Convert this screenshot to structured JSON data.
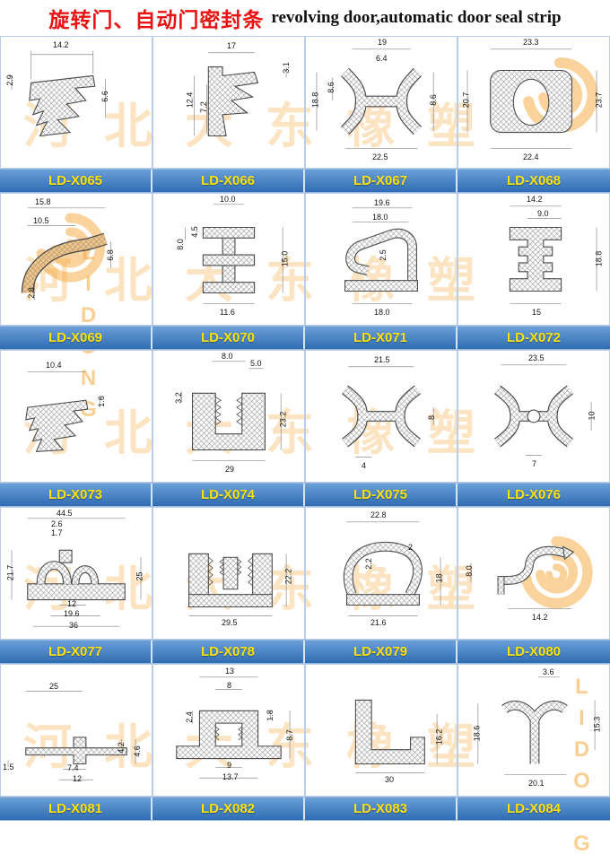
{
  "header": {
    "title_cn": "旋转门、自动门密封条",
    "title_en": "revolving door,automatic door seal strip"
  },
  "watermark": {
    "company": "河北大东橡塑",
    "brand": "LIDONG"
  },
  "colors": {
    "banner_blue": "#2f6cb2",
    "banner_blue_light": "#6aa0d8",
    "code_yellow": "#ffe10a",
    "title_red": "#e81313",
    "grid_line": "#b9cde8",
    "watermark_orange": "#f6a83c",
    "profile_tan": "#ecc795"
  },
  "rows": [
    {
      "cells": [
        {
          "code": "LD-X065",
          "dims": [
            "14.2",
            "2.9",
            "6.6"
          ]
        },
        {
          "code": "LD-X066",
          "dims": [
            "17",
            "3.1",
            "12.4",
            "7.2"
          ]
        },
        {
          "code": "LD-X067",
          "dims": [
            "19",
            "6.4",
            "18.8",
            "8.6",
            "8.6",
            "22.5"
          ]
        },
        {
          "code": "LD-X068",
          "dims": [
            "23.3",
            "20.7",
            "23.7",
            "22.4"
          ]
        }
      ]
    },
    {
      "cells": [
        {
          "code": "LD-X069",
          "dims": [
            "15.8",
            "10.5",
            "6.8",
            "2.8"
          ]
        },
        {
          "code": "LD-X070",
          "dims": [
            "10.0",
            "4.5",
            "8.0",
            "15.0",
            "11.6"
          ]
        },
        {
          "code": "LD-X071",
          "dims": [
            "19.6",
            "18.0",
            "2.5",
            "18.0"
          ]
        },
        {
          "code": "LD-X072",
          "dims": [
            "14.2",
            "9.0",
            "18.8",
            "15"
          ]
        }
      ]
    },
    {
      "cells": [
        {
          "code": "LD-X073",
          "dims": [
            "10.4",
            "1.6"
          ]
        },
        {
          "code": "LD-X074",
          "dims": [
            "8.0",
            "5.0",
            "3.2",
            "23.2",
            "29"
          ]
        },
        {
          "code": "LD-X075",
          "dims": [
            "21.5",
            "8",
            "4"
          ]
        },
        {
          "code": "LD-X076",
          "dims": [
            "23.5",
            "10",
            "7"
          ]
        }
      ]
    },
    {
      "cells": [
        {
          "code": "LD-X077",
          "dims": [
            "44.5",
            "2.6",
            "1.7",
            "21.7",
            "25",
            "12",
            "19.6",
            "36"
          ]
        },
        {
          "code": "LD-X078",
          "dims": [
            "22.2",
            "29.5"
          ]
        },
        {
          "code": "LD-X079",
          "dims": [
            "22.8",
            "2.2",
            "2",
            "18",
            "21.6"
          ]
        },
        {
          "code": "LD-X080",
          "dims": [
            "8.0",
            "14.2"
          ]
        }
      ]
    },
    {
      "cells": [
        {
          "code": "LD-X081",
          "dims": [
            "25",
            "4.2",
            "4.6",
            "1.5",
            "7.4",
            "12"
          ]
        },
        {
          "code": "LD-X082",
          "dims": [
            "13",
            "8",
            "2.4",
            "1.8",
            "8.7",
            "9",
            "13.7"
          ]
        },
        {
          "code": "LD-X083",
          "dims": [
            "16.2",
            "30"
          ]
        },
        {
          "code": "LD-X084",
          "dims": [
            "3.6",
            "18.6",
            "15.3",
            "20.1"
          ]
        }
      ]
    }
  ]
}
